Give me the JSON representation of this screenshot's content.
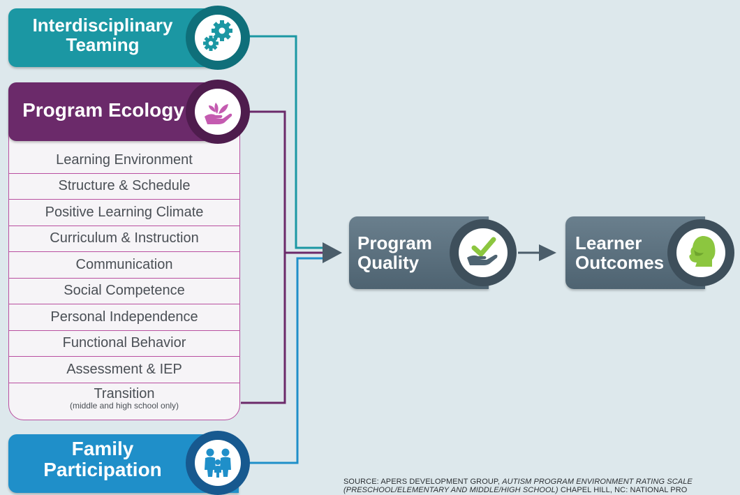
{
  "boxes": {
    "interdisciplinary": {
      "title_line1": "Interdisciplinary",
      "title_line2": "Teaming",
      "icon": "gears-icon",
      "color": "#1b97a3"
    },
    "program_ecology": {
      "title": "Program Ecology",
      "icon": "hand-with-leaves-icon",
      "color": "#6b2a6a",
      "items": [
        "Learning Environment",
        "Structure & Schedule",
        "Positive Learning Climate",
        "Curriculum & Instruction",
        "Communication",
        "Social Competence",
        "Personal Independence",
        "Functional Behavior",
        "Assessment & IEP"
      ],
      "last_item": "Transition",
      "last_item_note": "(middle and high school only)"
    },
    "family": {
      "title_line1": "Family",
      "title_line2": "Participation",
      "icon": "family-icon",
      "color": "#1f8fc9"
    },
    "program_quality": {
      "title_line1": "Program",
      "title_line2": "Quality",
      "icon": "hand-with-checkmark-icon",
      "color": "#596d7c"
    },
    "learner_outcomes": {
      "title_line1": "Learner",
      "title_line2": "Outcomes",
      "icon": "child-head-icon",
      "color": "#596d7c"
    }
  },
  "source": {
    "line1_prefix": "SOURCE: APERS DEVELOPMENT GROUP, ",
    "line1_italic": "AUTISM PROGRAM ENVIRONMENT RATING SCALE",
    "line2_italic": "(PRESCHOOL/ELEMENTARY AND MIDDLE/HIGH SCHOOL)",
    "line2_suffix": " CHAPEL HILL, NC: NATIONAL PRO"
  },
  "colors": {
    "background": "#dde8ec",
    "teal": "#1b97a3",
    "purple": "#6b2a6a",
    "blue": "#1f8fc9",
    "slate": "#596d7c",
    "check_green": "#8cc63f"
  }
}
